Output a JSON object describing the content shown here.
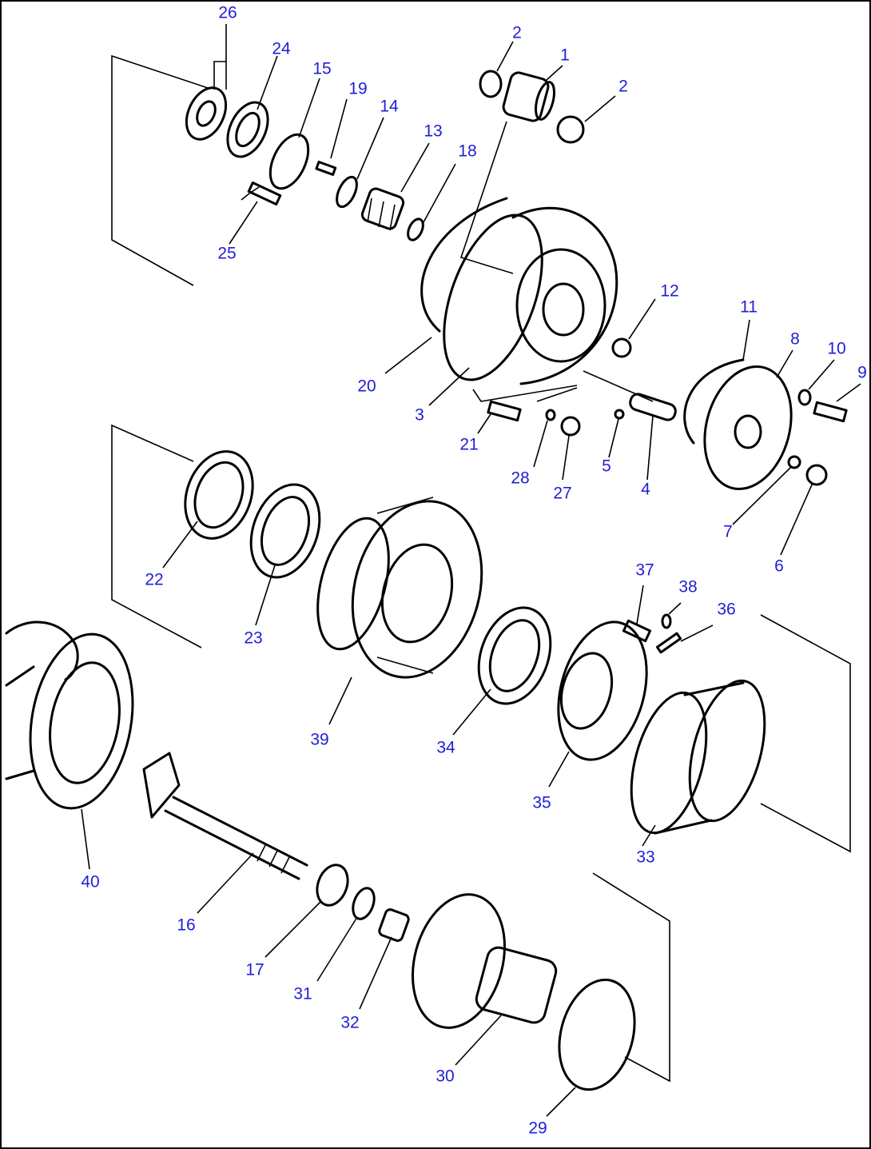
{
  "diagram": {
    "callout_color": "#1f1fd6",
    "callouts": [
      "1",
      "2",
      "2",
      "3",
      "4",
      "5",
      "6",
      "7",
      "8",
      "9",
      "10",
      "11",
      "12",
      "13",
      "14",
      "15",
      "16",
      "17",
      "18",
      "19",
      "20",
      "21",
      "22",
      "23",
      "24",
      "25",
      "26",
      "27",
      "28",
      "29",
      "30",
      "31",
      "32",
      "33",
      "34",
      "35",
      "36",
      "37",
      "38",
      "39",
      "40"
    ]
  }
}
